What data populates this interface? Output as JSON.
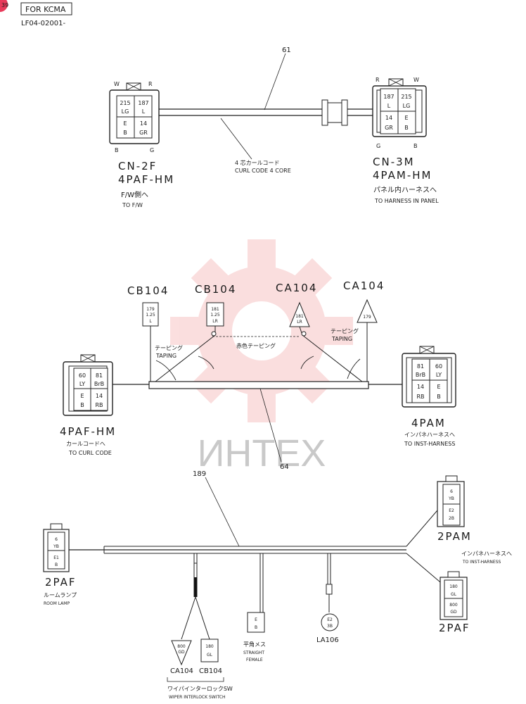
{
  "header": {
    "badge": "FOR KCMA",
    "part_no": "LF04-02001-",
    "page_mark": "39"
  },
  "watermark": {
    "text": "ИНТЕХ"
  },
  "sec1": {
    "cable_no": "61",
    "cable_jp": "4 芯カールコード",
    "cable_en": "CURL CODE 4 CORE",
    "left": {
      "pins_top": [
        "W",
        "R"
      ],
      "pins_bottom": [
        "B",
        "G"
      ],
      "cells": [
        [
          "215",
          "187"
        ],
        [
          "LG",
          "L"
        ],
        [
          "E",
          "14"
        ],
        [
          "B",
          "GR"
        ]
      ],
      "name": "CN-2F",
      "type": "4PAF-HM",
      "jp": "F/W側へ",
      "en": "TO F/W"
    },
    "right": {
      "pins_top": [
        "R",
        "W"
      ],
      "pins_bottom": [
        "G",
        "B"
      ],
      "cells": [
        [
          "187",
          "215"
        ],
        [
          "L",
          "LG"
        ],
        [
          "14",
          "E"
        ],
        [
          "GR",
          "B"
        ]
      ],
      "name": "CN-3M",
      "type": "4PAM-HM",
      "jp": "パネル内ハーネスへ",
      "en": "TO HARNESS IN PANEL"
    }
  },
  "sec2": {
    "cable_no": "64",
    "labels": [
      "CB104",
      "CB104",
      "CA104",
      "CA104"
    ],
    "t1": {
      "top": "179",
      "mid": "1.25",
      "bot": "L"
    },
    "t2": {
      "top": "181",
      "mid": "1.25",
      "bot": "LR"
    },
    "t3": {
      "top": "181",
      "bot": "LR"
    },
    "t4": {
      "top": "179"
    },
    "taping_jp": "テーピング",
    "taping_en": "TAPING",
    "red_taping_jp": "赤色テーピング",
    "left": {
      "cells": [
        [
          "60",
          "81"
        ],
        [
          "LY",
          "BrB"
        ],
        [
          "E",
          "14"
        ],
        [
          "B",
          "RB"
        ]
      ],
      "type": "4PAF-HM",
      "jp": "カールコードへ",
      "en": "TO CURL CODE"
    },
    "right": {
      "cells": [
        [
          "81",
          "60"
        ],
        [
          "BrB",
          "LY"
        ],
        [
          "14",
          "E"
        ],
        [
          "RB",
          "B"
        ]
      ],
      "type": "4PAM",
      "jp": "インパネハーネスへ",
      "en": "TO INST-HARNESS"
    }
  },
  "sec3": {
    "cable_no": "189",
    "room": {
      "cells": [
        "6",
        "YB",
        "E1",
        "B"
      ],
      "type": "2PAF",
      "jp": "ルームランプ",
      "en": "ROOM LAMP"
    },
    "inst_top": {
      "cells": [
        "6",
        "YB",
        "E2",
        "2B"
      ],
      "type": "2PAM"
    },
    "inst_jp": "インパネハーネスへ",
    "inst_en": "TO INST-HARNESS",
    "inst_bot": {
      "cells": [
        "180",
        "GL",
        "800",
        "GD"
      ],
      "type": "2PAF"
    },
    "wiper_tri": {
      "top": "800",
      "bot": "GD"
    },
    "wiper_box": {
      "top": "180",
      "bot": "GL"
    },
    "wiper_labels": [
      "CA104",
      "CB104"
    ],
    "wiper_jp": "ワイパインターロックSW",
    "wiper_en": "WIPER INTERLOCK SWITCH",
    "straight": {
      "top": "E",
      "bot": "B",
      "jp": "平角メス",
      "en1": "STRAIGHT",
      "en2": "FEMALE"
    },
    "la": {
      "top": "E2",
      "bot": "3B",
      "name": "LA106"
    }
  }
}
